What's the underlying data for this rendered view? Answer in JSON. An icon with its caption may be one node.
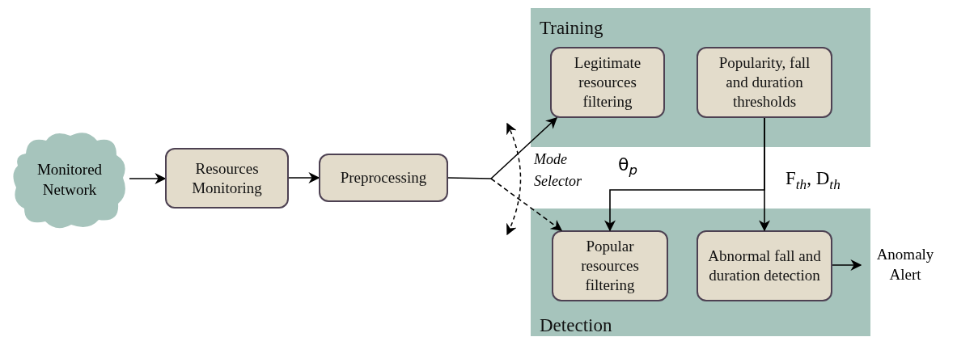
{
  "diagram": {
    "nodes": [
      {
        "text": [
          "Monitored Network"
        ]
      },
      {
        "text": [
          "Resources Monitoring"
        ]
      },
      {
        "text": [
          "Preprocessing"
        ]
      },
      {
        "text": [
          "Training"
        ]
      },
      {
        "text": [
          "Legitimate resources filtering"
        ],
        "in": 3
      },
      {
        "text": [
          "Popularity, fall and duration thresholds"
        ],
        "in": 3
      },
      {
        "text": [
          "Detection"
        ]
      },
      {
        "text": [
          "Popular resources filtering"
        ],
        "in": 6
      },
      {
        "text": [
          "Abnormal fall and duration detection"
        ],
        "in": 6
      },
      {
        "text": [
          "Anomaly Alert"
        ]
      }
    ],
    "edges": [
      {
        "from": 0,
        "to": 1,
        "arrow": "to"
      },
      {
        "from": 1,
        "to": 2,
        "arrow": "to"
      },
      {
        "from": 2,
        "to": 4,
        "arrow": "to"
      },
      {
        "from": 2,
        "to": 7,
        "arrow": "to",
        "style": "dashed"
      },
      {
        "from": 5,
        "to": 7,
        "arrow": "to",
        "label": "θ$_{p}$"
      },
      {
        "from": 5,
        "to": 8,
        "arrow": "to",
        "label": "F$_{th}$, D$_{th}$"
      },
      {
        "from": 8,
        "to": 9,
        "arrow": "to"
      }
    ],
    "labels": [
      "Mode Selector"
    ]
  }
}
